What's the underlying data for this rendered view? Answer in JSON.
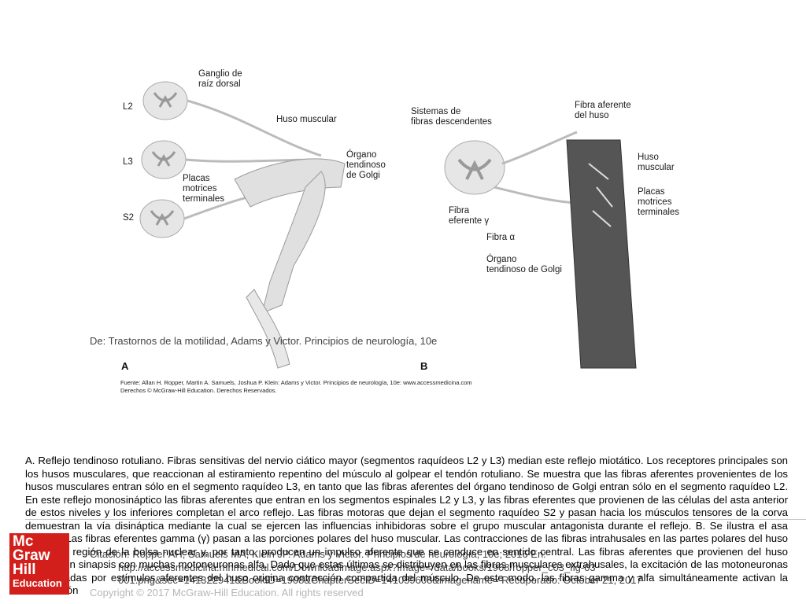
{
  "figure": {
    "panel_a": {
      "letter": "A",
      "segments": [
        "L2",
        "L3",
        "S2"
      ],
      "labels": {
        "ganglion": "Ganglio de\nraíz dorsal",
        "spindle": "Huso muscular",
        "golgi_organ": "Órgano\ntendinoso\nde Golgi",
        "motor_plates": "Placas\nmotrices\nterminales"
      }
    },
    "panel_b": {
      "letter": "B",
      "labels": {
        "descending": "Sistemas de\nfibras descendentes",
        "afferent": "Fibra aferente\ndel huso",
        "spindle": "Huso\nmuscular",
        "motor_plates": "Placas\nmotrices\nterminales",
        "gamma": "Fibra\neferente γ",
        "alpha": "Fibra α",
        "golgi": "Órgano\ntendinoso de Golgi"
      }
    },
    "source": "Fuente: Allan H. Ropper, Martin A. Samuels, Joshua P. Klein: Adams y Victor. Principios de neurología, 10e: www.accessmedicina.com",
    "rights": "Derechos © McGraw-Hill Education. Derechos Reservados."
  },
  "overlay": {
    "from": "De: Trastornos de la motilidad, Adams y Victor. Principios de neurología, 10e",
    "citation": "Citación: Ropper AH, Samuels MA, Klein JP. Adams y Victor. Principios de neurología, 10e; 2016 En:",
    "url": "http://accessmedicina.mhmedical.com/Downloadimage.aspx?image=/data/books/1908/ropper_c03_fig-03",
    "url2": "001.png&sec=141322941&BookID=1908&ChapterSecID=141059608&imagename= Recuperado: October 21, 2017",
    "copyright": "Copyright © 2017 McGraw-Hill Education. All rights reserved"
  },
  "caption": "A. Reflejo tendinoso rotuliano. Fibras sensitivas del nervio ciático mayor (segmentos raquídeos L2 y L3) median este reflejo miotático. Los receptores principales son los husos musculares, que reaccionan al estiramiento repentino del músculo al golpear el tendón rotuliano. Se muestra que las fibras aferentes provenientes de los husos musculares entran sólo en el segmento raquídeo L3, en tanto que las fibras aferentes del órgano tendinoso de Golgi entran sólo en el segmento raquídeo L2. En este reflejo monosináptico las fibras aferentes que entran en los segmentos espinales L2 y L3, y las fibras eferentes que provienen de las células del asta anterior de estos niveles y los inferiores completan el arco reflejo. Las fibras motoras que dejan el segmento raquídeo S2 y pasan hacia los músculos tensores de la corva demuestran la vía disináptica mediante la cual se ejercen las influencias inhibidoras sobre el grupo muscular antagonista durante el reflejo. B. Se ilustra el asa gamma. Las fibras eferentes gamma (γ) pasan a las porciones polares del huso muscular. Las contracciones de las fibras intrahusales en las partes polares del huso estiran la región de la bolsa nuclear y, por tanto, producen un impulso aferente que se conduce en sentido central. Las fibras aferentes que provienen del huso establecen sinapsis con muchas motoneuronas alfa. Dado que estas últimas se distribuyen en las fibras musculares extrahusales, la excitación de las motoneuronas mencionadas por estímulos aferentes del huso origina contracción compartida del músculo. De este modo, las fibras gamma y alfa simultáneamente activan la contracción",
  "logo": {
    "lines": [
      "Mc",
      "Graw",
      "Hill",
      "Education"
    ]
  },
  "colors": {
    "logo_red": "#d21f1b",
    "ink": "#1a1a1a",
    "tissue": "#d9d9d9"
  }
}
